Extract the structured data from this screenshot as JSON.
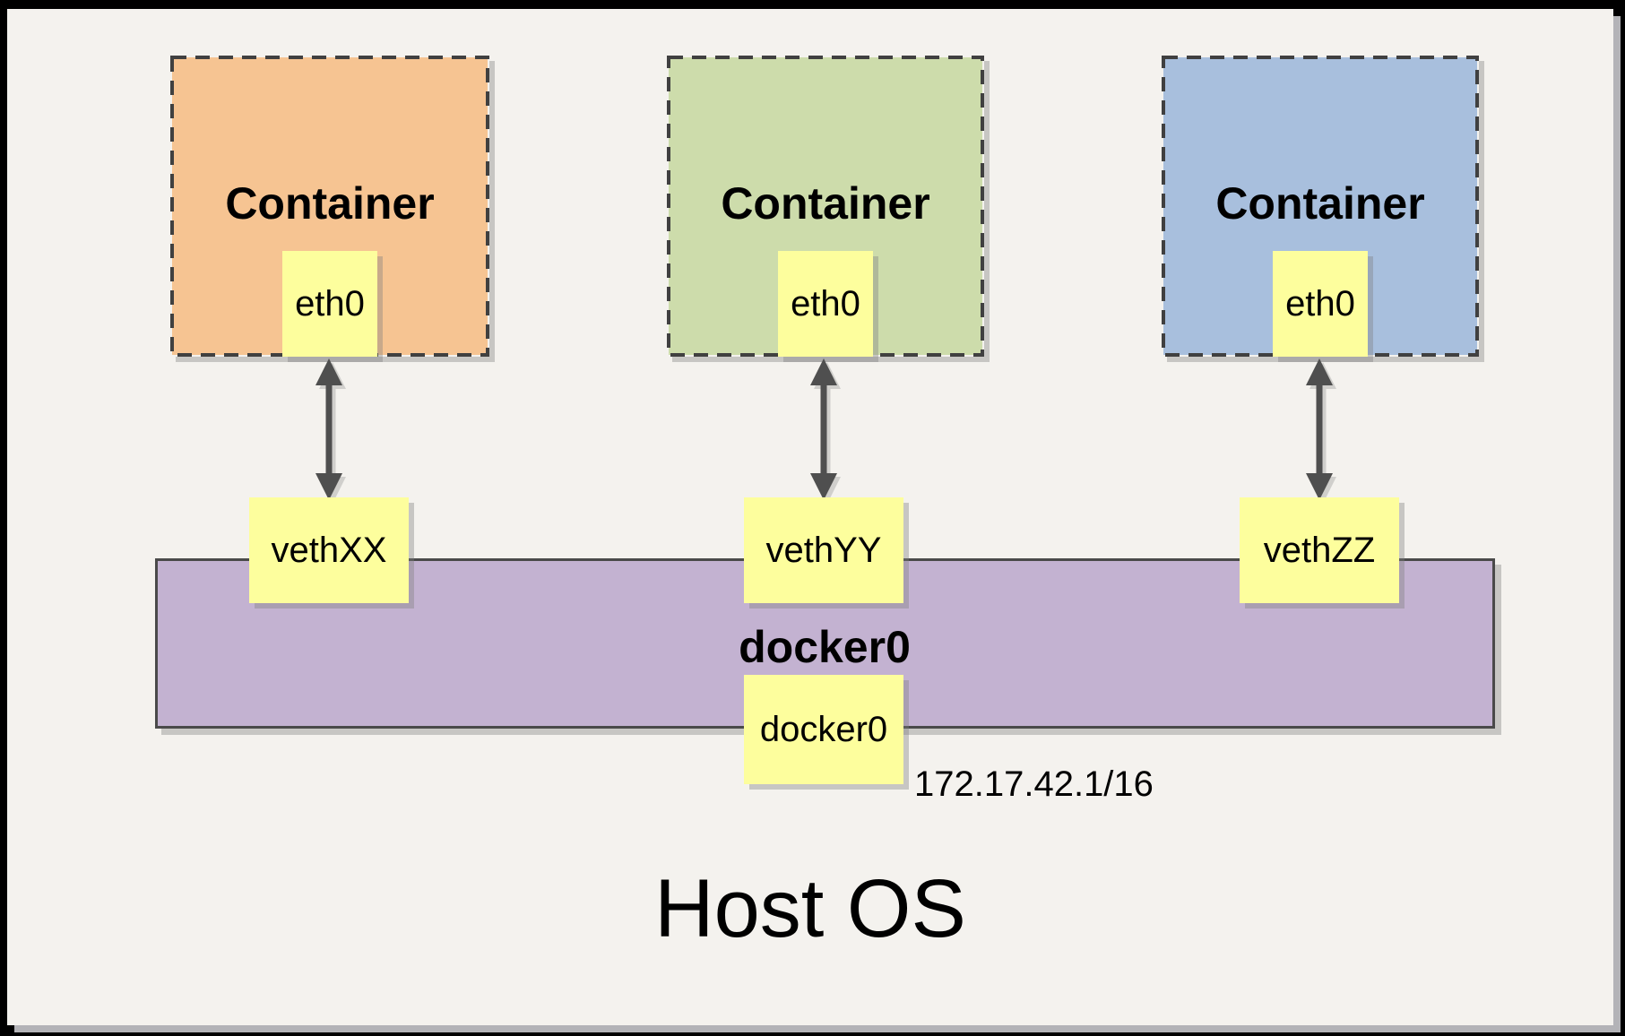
{
  "diagram": {
    "containers": [
      {
        "title": "Container",
        "interface": "eth0",
        "veth": "vethXX",
        "fill": "#F6C492"
      },
      {
        "title": "Container",
        "interface": "eth0",
        "veth": "vethYY",
        "fill": "#CDDCAB"
      },
      {
        "title": "Container",
        "interface": "eth0",
        "veth": "vethZZ",
        "fill": "#A8BFDD"
      }
    ],
    "bridge": {
      "label": "docker0",
      "interface": "docker0",
      "ip": "172.17.42.1/16",
      "fill": "#C3B2D1"
    },
    "host": {
      "label": "Host OS"
    },
    "colors": {
      "background": "#F4F2EE",
      "frame": "#000000",
      "note_yellow": "#FDFE9D",
      "dashed_border_gray": "#404040",
      "arrow_gray": "#4F4F4F"
    }
  }
}
